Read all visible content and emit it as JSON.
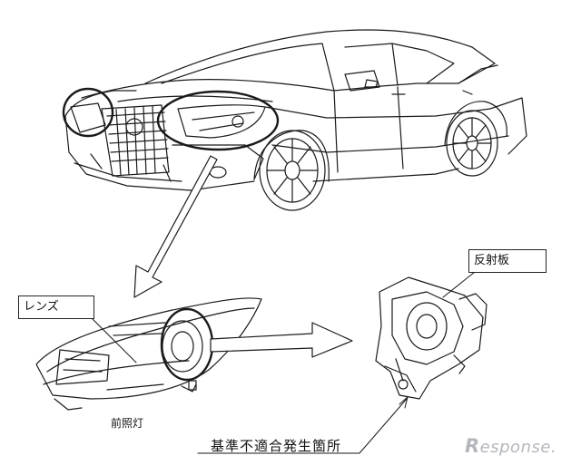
{
  "labels": {
    "lens": "レンズ",
    "reflector": "反射板",
    "headlamp": "前照灯",
    "defect_location": "基準不適合発生箇所"
  },
  "watermark": {
    "lead": "R",
    "rest": "esponse."
  },
  "colors": {
    "line": "#1a1a1a",
    "watermark": "#9aa0a6"
  }
}
